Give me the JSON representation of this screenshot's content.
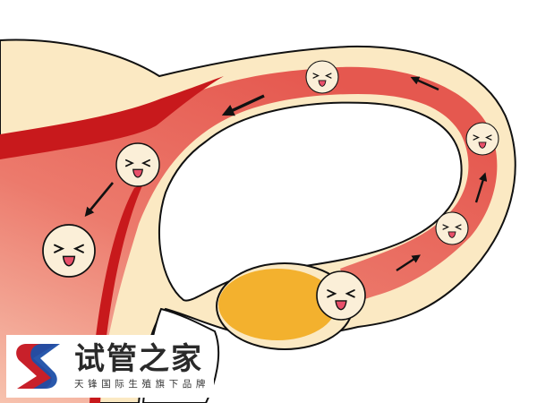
{
  "diagram": {
    "subject": "embryo transport through fallopian tube to uterus",
    "colors": {
      "tissue": "#FBE9C3",
      "tube_lumen": "#E8635A",
      "tube_lumen_light": "#F08A7F",
      "uterus_wall_dark": "#C8191C",
      "ovary": "#F3B12E",
      "outline": "#111111",
      "embryo_face": "#FBEFD8",
      "mouth": "#E8506A",
      "arrow": "#111111"
    },
    "embryos": [
      {
        "id": "embryo-1",
        "location": "near ovary",
        "expression": "laughing"
      },
      {
        "id": "embryo-2",
        "location": "lower tube",
        "expression": "laughing"
      },
      {
        "id": "embryo-3",
        "location": "tube bend",
        "expression": "laughing"
      },
      {
        "id": "embryo-4",
        "location": "top of tube",
        "expression": "laughing"
      },
      {
        "id": "embryo-5",
        "location": "uterine entrance",
        "expression": "laughing"
      },
      {
        "id": "embryo-6",
        "location": "uterine cavity",
        "expression": "laughing"
      }
    ],
    "arrows": [
      {
        "id": "arrow-1",
        "direction": "up-right"
      },
      {
        "id": "arrow-2",
        "direction": "up"
      },
      {
        "id": "arrow-3",
        "direction": "up-left"
      },
      {
        "id": "arrow-4",
        "direction": "left"
      },
      {
        "id": "arrow-5",
        "direction": "down-left"
      }
    ]
  },
  "watermark": {
    "title": "试管之家",
    "subtitle": "天锋国际生殖旗下品牌",
    "logo_icon": "s-logo-icon",
    "colors": {
      "red": "#C8202A",
      "blue": "#1E4FA8"
    }
  }
}
